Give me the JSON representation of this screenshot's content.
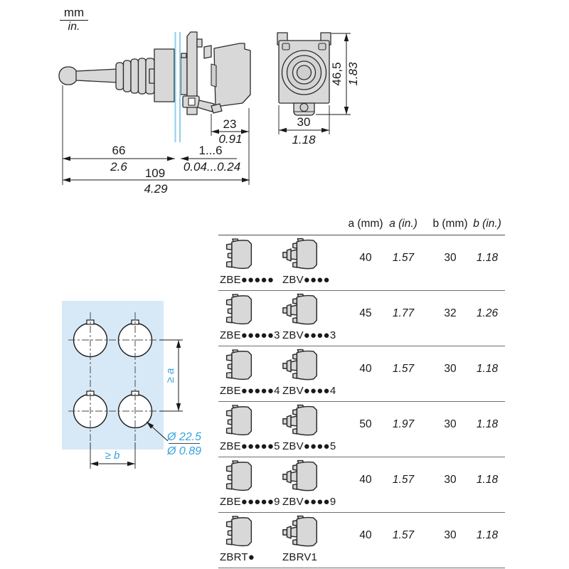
{
  "title_block": {
    "unit_metric": "mm",
    "unit_imperial": "in."
  },
  "side_view": {
    "dim_depth_behind_panel": {
      "mm": "23",
      "in": "0.91"
    },
    "dim_lever_length": {
      "mm": "66",
      "in": "2.6"
    },
    "dim_panel_thickness": {
      "mm": "1...6",
      "in": "0.04...0.24"
    },
    "dim_overall_length": {
      "mm": "109",
      "in": "4.29"
    }
  },
  "front_view": {
    "dim_height": {
      "mm": "46,5",
      "in": "1.83"
    },
    "dim_width": {
      "mm": "30",
      "in": "1.18"
    }
  },
  "panel_cutout": {
    "dim_vertical_pitch": "≥ a",
    "dim_horizontal_pitch": "≥ b",
    "dim_hole_diameter_mm": "Ø 22.5",
    "dim_hole_diameter_in": "Ø 0.89"
  },
  "table": {
    "columns": [
      "a (mm)",
      "a (in.)",
      "b (mm)",
      "b (in.)"
    ],
    "rows": [
      {
        "ref_e": "ZBE●●●●●",
        "ref_v": "ZBV●●●●",
        "a_mm": "40",
        "a_in": "1.57",
        "b_mm": "30",
        "b_in": "1.18"
      },
      {
        "ref_e": "ZBE●●●●●3",
        "ref_v": "ZBV●●●●3",
        "a_mm": "45",
        "a_in": "1.77",
        "b_mm": "32",
        "b_in": "1.26"
      },
      {
        "ref_e": "ZBE●●●●●4",
        "ref_v": "ZBV●●●●4",
        "a_mm": "40",
        "a_in": "1.57",
        "b_mm": "30",
        "b_in": "1.18"
      },
      {
        "ref_e": "ZBE●●●●●5",
        "ref_v": "ZBV●●●●5",
        "a_mm": "50",
        "a_in": "1.97",
        "b_mm": "30",
        "b_in": "1.18"
      },
      {
        "ref_e": "ZBE●●●●●9",
        "ref_v": "ZBV●●●●9",
        "a_mm": "40",
        "a_in": "1.57",
        "b_mm": "30",
        "b_in": "1.18"
      },
      {
        "ref_e": "ZBRT●",
        "ref_v": "ZBRV1",
        "a_mm": "40",
        "a_in": "1.57",
        "b_mm": "30",
        "b_in": "1.18"
      }
    ]
  },
  "colors": {
    "dimension_label_blue": "#35A2DC",
    "panel_cutout_fill": "#D7E9F6",
    "panel_line_blue": "#92CFE9",
    "part_fill_gray": "#D8D8D8",
    "line_dark": "#1A1A1A"
  }
}
